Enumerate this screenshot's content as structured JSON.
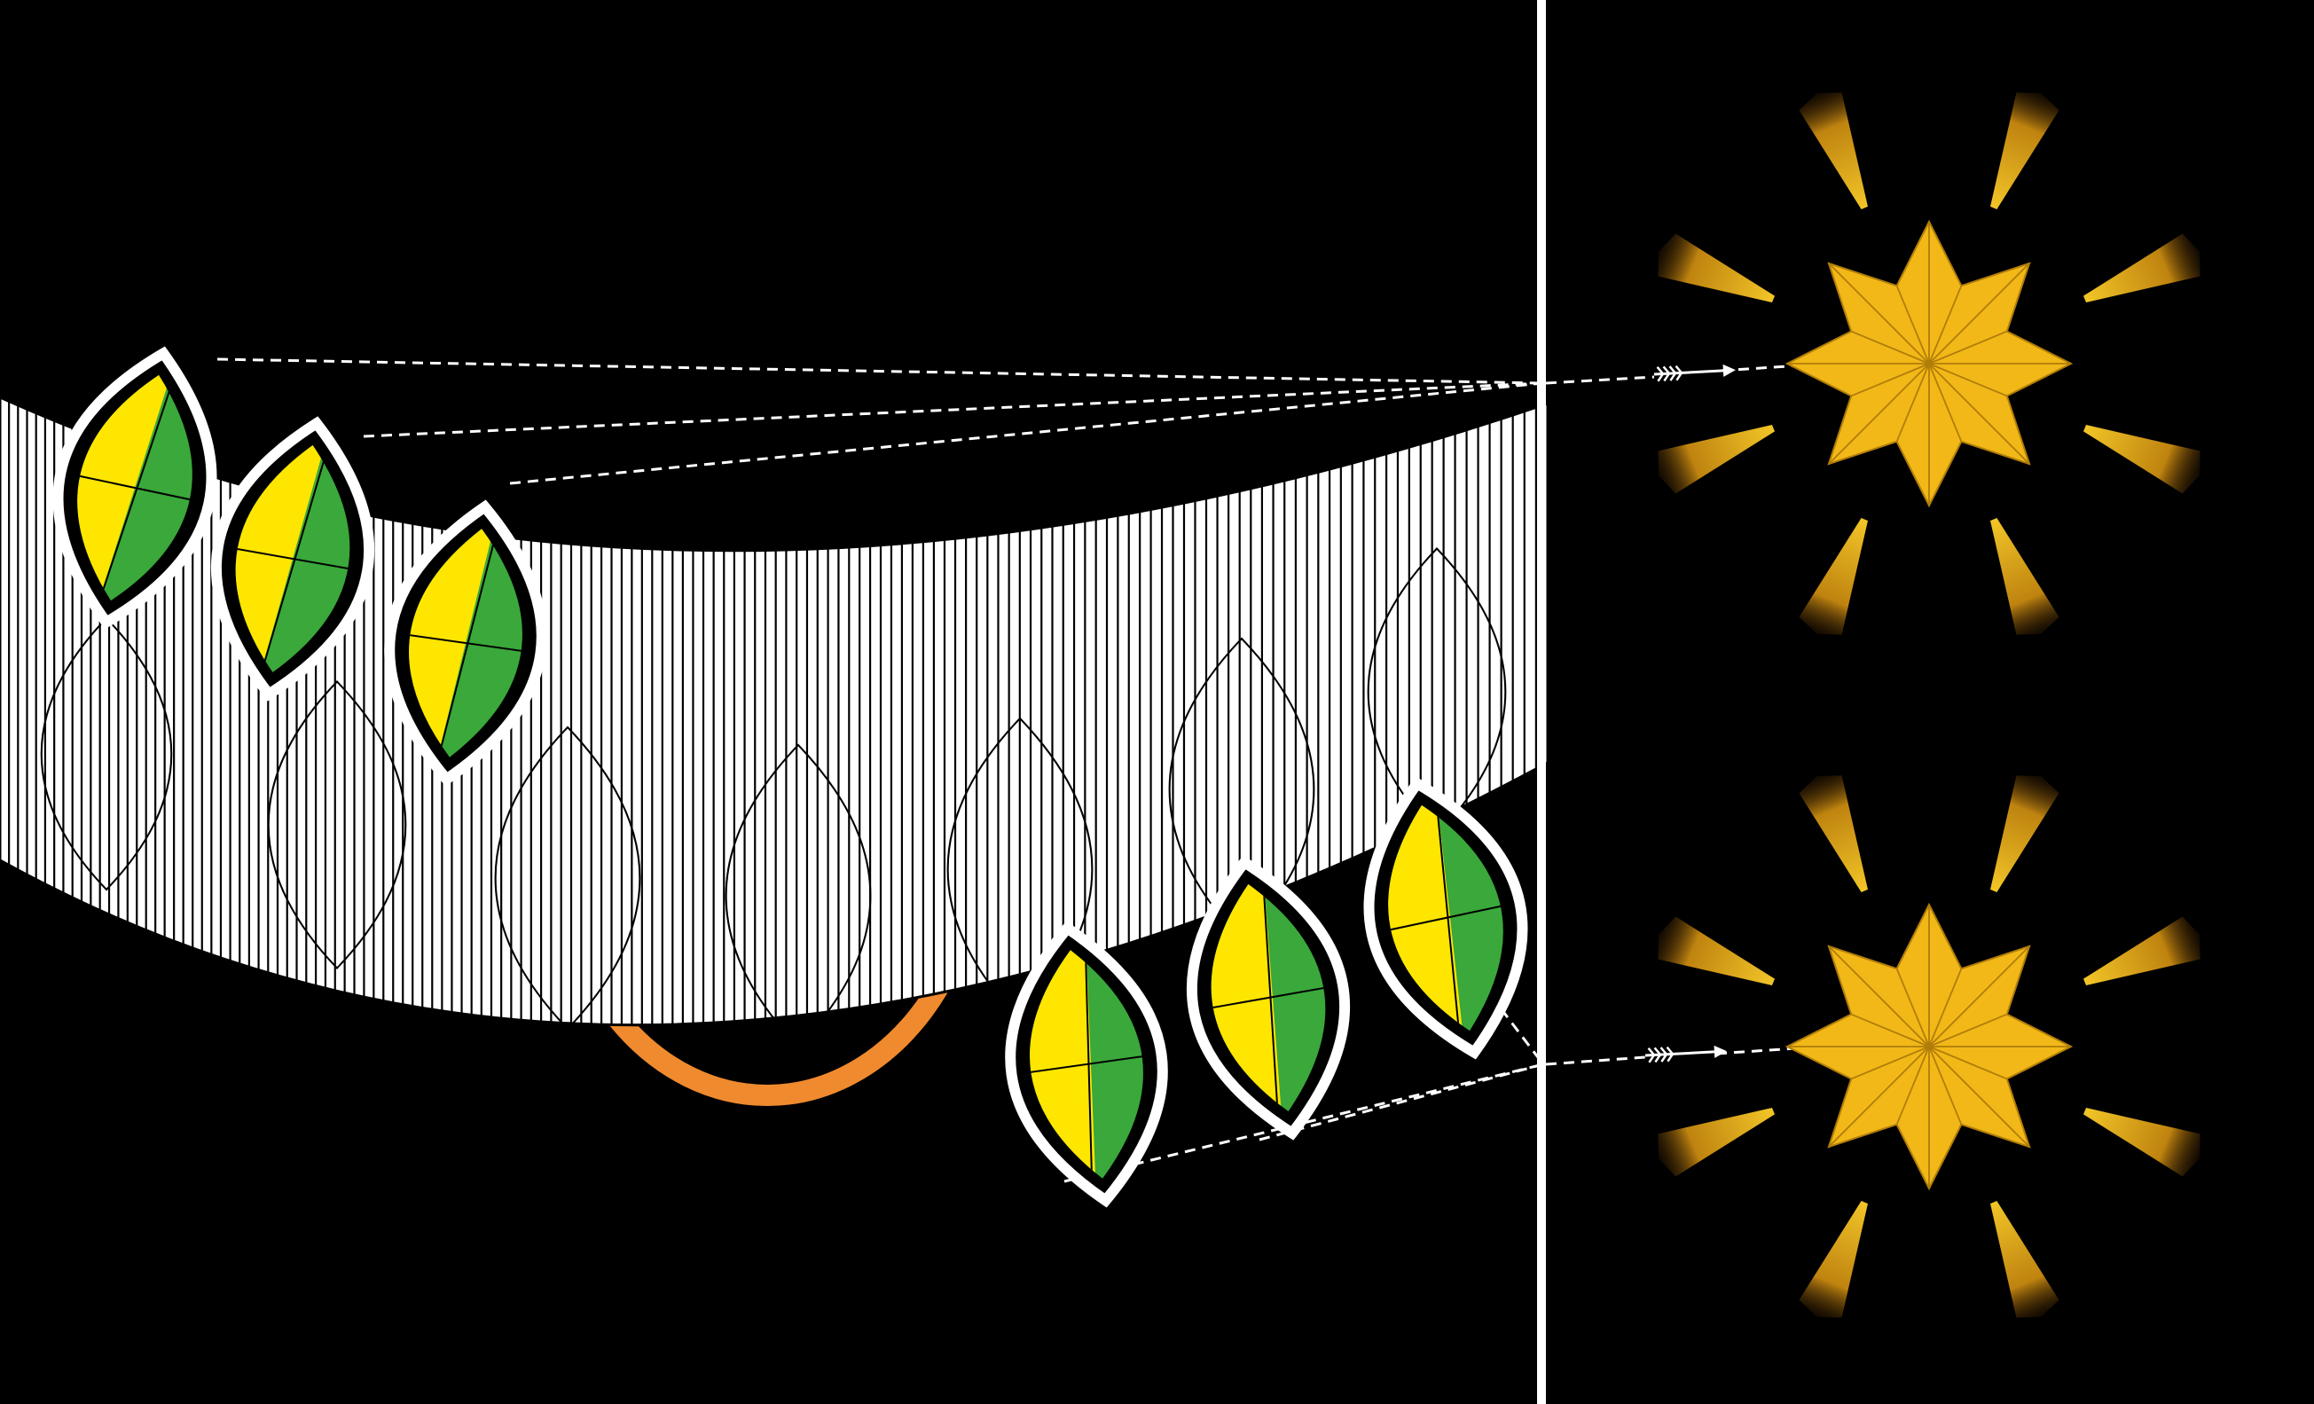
{
  "colors": {
    "background": "#000000",
    "band_fill": "#ffffff",
    "band_lines": "#000000",
    "orbit": "#f08a2e",
    "eye_yellow": "#ffe600",
    "eye_green": "#3aa83a",
    "eye_outline": "#ffffff",
    "divider": "#ffffff",
    "star": "#f2b817",
    "star_dark": "#b07d0a",
    "sight_line": "#ffffff"
  },
  "icons": {
    "upper_star": "eight-point-star-icon",
    "lower_star": "eight-point-star-icon",
    "upper_arrow": "arrow-icon",
    "lower_arrow": "arrow-icon",
    "eye_shape": "almond-eye-icon"
  },
  "diagram": {
    "eyes_upper_count": 3,
    "eyes_lower_count": 3,
    "stars_count": 2
  }
}
